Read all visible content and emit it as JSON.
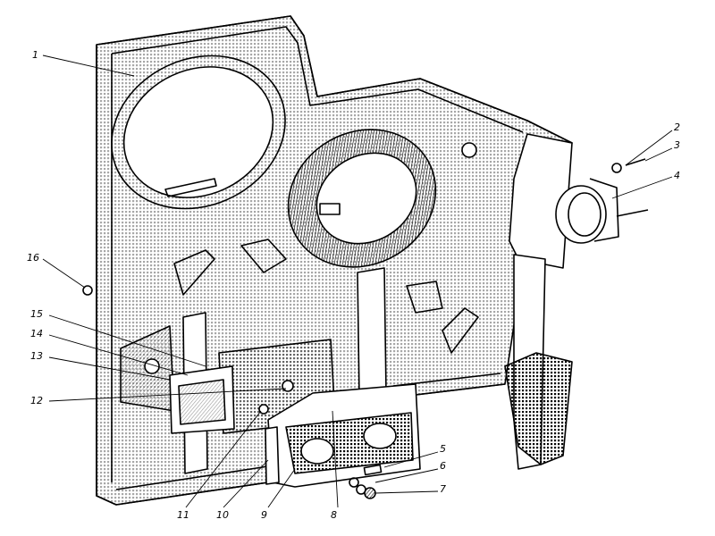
{
  "diagram": {
    "kind": "exploded technical drawing of a side panel assembly",
    "callouts": [
      "1",
      "2",
      "3",
      "4",
      "5",
      "6",
      "7",
      "8",
      "9",
      "10",
      "11",
      "12",
      "13",
      "14",
      "15",
      "16"
    ],
    "ink_color": "#000000",
    "paper_color": "#ffffff"
  }
}
